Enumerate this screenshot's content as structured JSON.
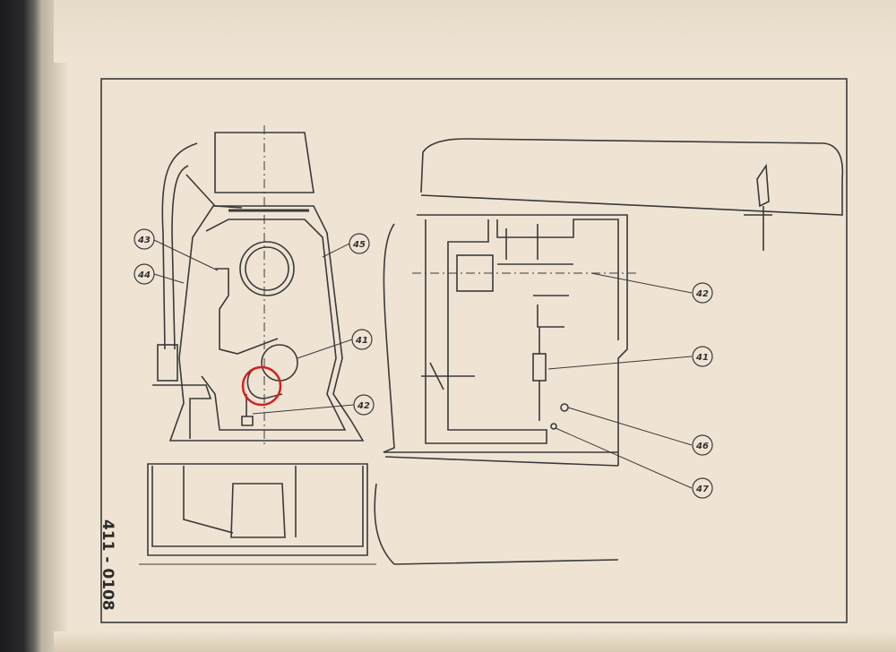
{
  "drawing": {
    "number": "411 - 0108",
    "left_view_callouts": [
      "43",
      "44",
      "45",
      "41",
      "42"
    ],
    "right_view_callouts": [
      "42",
      "41",
      "46",
      "47"
    ],
    "highlight_color": "#d42020",
    "line_color": "#3a3a3a"
  }
}
